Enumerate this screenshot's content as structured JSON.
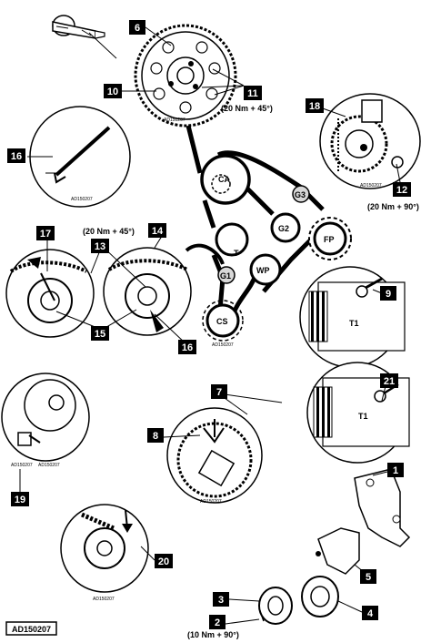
{
  "callouts": {
    "c1": "1",
    "c2": "2",
    "c3": "3",
    "c4": "4",
    "c5": "5",
    "c6": "6",
    "c7": "7",
    "c8": "8",
    "c9": "9",
    "c10": "10",
    "c11": "11",
    "c12": "12",
    "c13": "13",
    "c14": "14",
    "c15": "15",
    "c16": "16",
    "c17": "17",
    "c18": "18",
    "c19": "19",
    "c20": "20",
    "c21": "21"
  },
  "pulleys": {
    "ca": "CA",
    "g3": "G3",
    "g2": "G2",
    "fp": "FP",
    "t": "T",
    "g1": "G1",
    "wp": "WP",
    "cs": "CS",
    "t1a": "T1",
    "t1b": "T1"
  },
  "torques": {
    "camshaft": "(20 Nm + 45°)",
    "pump": "(20 Nm + 90°)",
    "tensioner": "(20 Nm + 45°)",
    "crank": "(10 Nm + 90°)"
  },
  "codes": {
    "cam": "AD150207",
    "pump": "AD150207",
    "tool": "AD150207",
    "crank": "AD150207",
    "tens_left": "AD150207",
    "gear": "AD150207",
    "crank_detail": "AD150207",
    "pulley_bottom": "AD150207",
    "main": "AD150207"
  }
}
